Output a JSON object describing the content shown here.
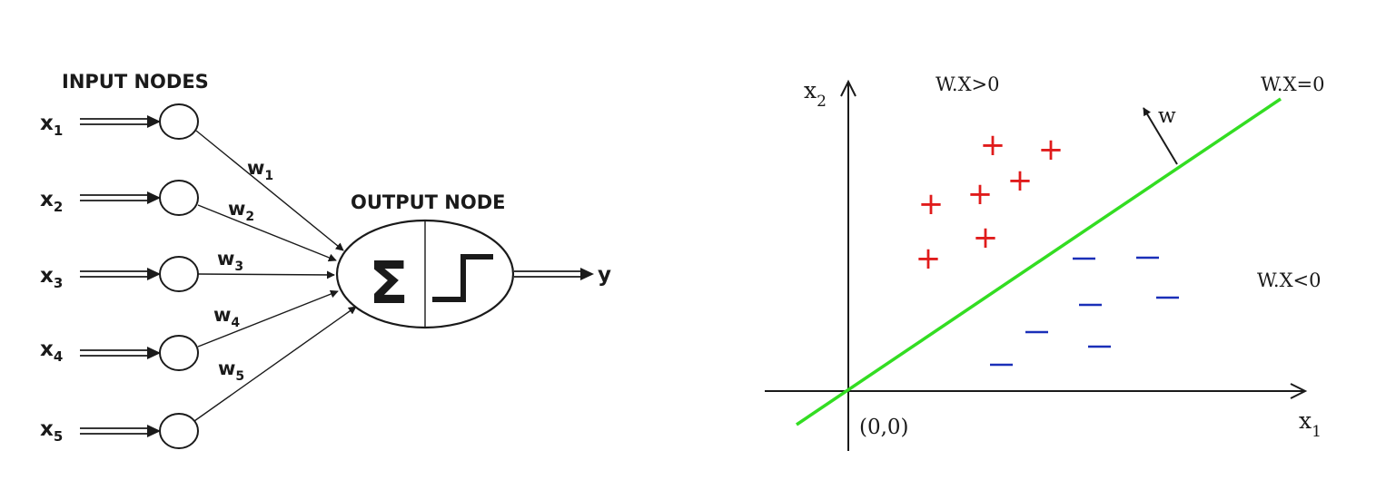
{
  "perceptron": {
    "input_header": "INPUT NODES",
    "output_header": "OUTPUT NODE",
    "inputs": [
      {
        "base": "x",
        "sub": "1"
      },
      {
        "base": "x",
        "sub": "2"
      },
      {
        "base": "x",
        "sub": "3"
      },
      {
        "base": "x",
        "sub": "4"
      },
      {
        "base": "x",
        "sub": "5"
      }
    ],
    "weights": [
      {
        "base": "w",
        "sub": "1"
      },
      {
        "base": "w",
        "sub": "2"
      },
      {
        "base": "w",
        "sub": "3"
      },
      {
        "base": "w",
        "sub": "4"
      },
      {
        "base": "w",
        "sub": "5"
      }
    ],
    "sum_symbol": "Σ",
    "output_label": "y"
  },
  "decision_plot": {
    "x_axis": {
      "base": "x",
      "sub": "1"
    },
    "y_axis": {
      "base": "x",
      "sub": "2"
    },
    "origin_label": "(0,0)",
    "positive_region_label": "W.X>0",
    "negative_region_label": "W.X<0",
    "boundary_label": "W.X=0",
    "normal_label": "w",
    "plus_marker": "+",
    "colors": {
      "boundary": "#33dd22",
      "positive": "#e01b1b",
      "negative": "#1a2fb8",
      "ink": "#1a1a1a"
    },
    "positive_count": 7,
    "negative_count": 7
  }
}
